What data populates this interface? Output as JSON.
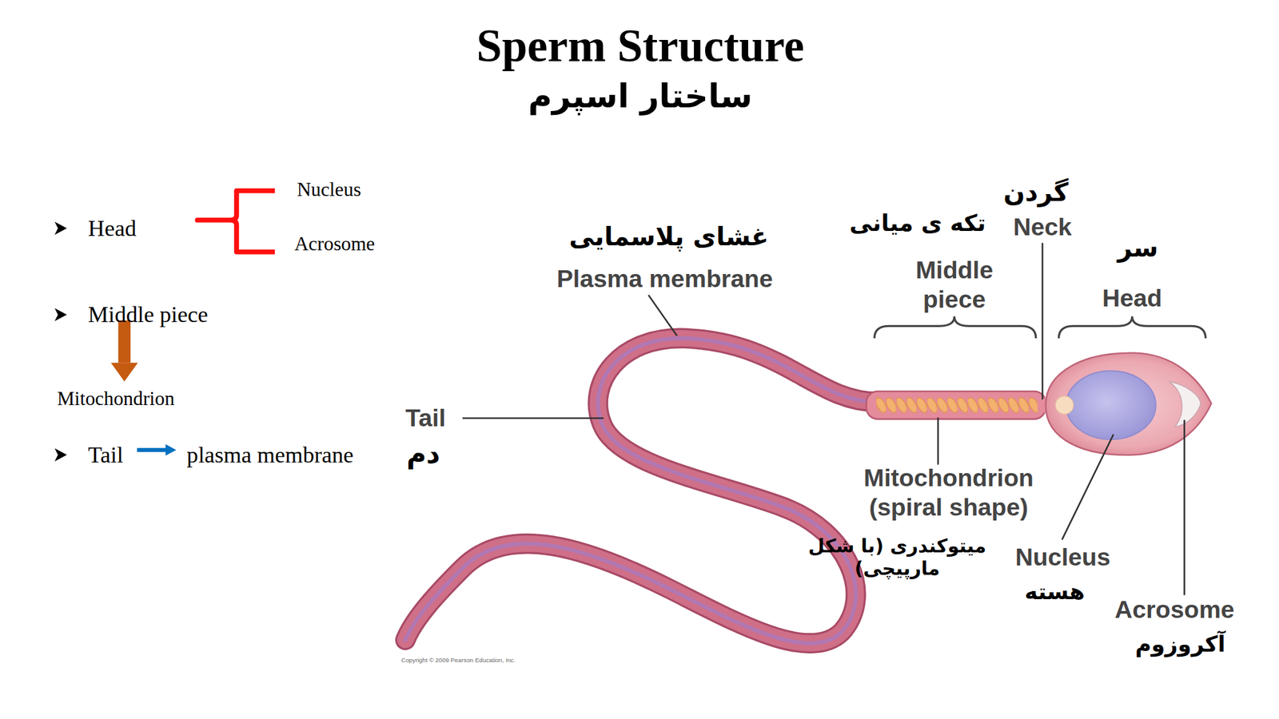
{
  "diagram": {
    "title": "Sperm Structure",
    "labels": [
      "ساختار اسپرم",
      "Head",
      "Nucleus",
      "Acrosome",
      "Middle piece",
      "Mitochondrion",
      "Tail",
      "plasma membrane",
      "غشای پلاسمایی",
      "Plasma membrane",
      "تکه ی میانی",
      "Middle piece",
      "گردن",
      "Neck",
      "سر",
      "Head",
      "Tail",
      "دم",
      "Mitochondrion (spiral shape)",
      "میتوکندری (با شکل مارپیچی)",
      "Nucleus",
      "هسته",
      "Acrosome",
      "آکروزوم",
      "Copyright © 2009 Pearson Education, Inc."
    ]
  }
}
